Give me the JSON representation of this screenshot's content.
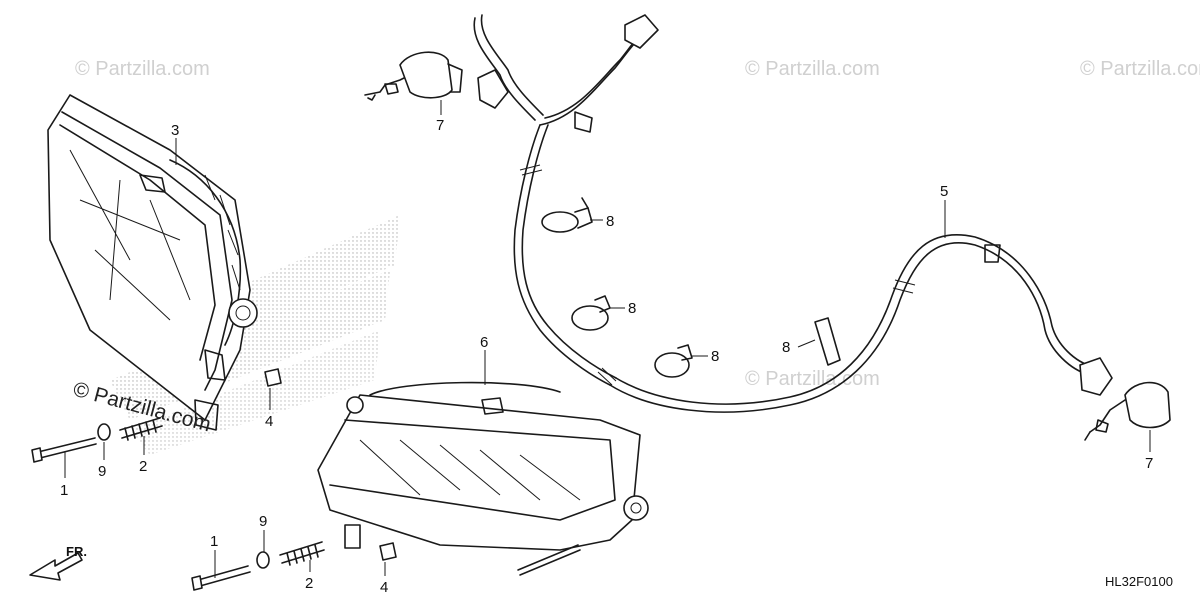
{
  "diagram": {
    "code": "HL32F0100",
    "front_indicator": "FR.",
    "watermark_text": "© Partzilla.com",
    "watermark_color": "#d0d0d0",
    "line_color": "#1a1a1a"
  },
  "callouts": [
    {
      "id": "c3",
      "label": "3"
    },
    {
      "id": "c7a",
      "label": "7"
    },
    {
      "id": "c8a",
      "label": "8"
    },
    {
      "id": "c8b",
      "label": "8"
    },
    {
      "id": "c8c",
      "label": "8"
    },
    {
      "id": "c8d",
      "label": "8"
    },
    {
      "id": "c5",
      "label": "5"
    },
    {
      "id": "c6",
      "label": "6"
    },
    {
      "id": "c4a",
      "label": "4"
    },
    {
      "id": "c9a",
      "label": "9"
    },
    {
      "id": "c2a",
      "label": "2"
    },
    {
      "id": "c1a",
      "label": "1"
    },
    {
      "id": "c1b",
      "label": "1"
    },
    {
      "id": "c9b",
      "label": "9"
    },
    {
      "id": "c2b",
      "label": "2"
    },
    {
      "id": "c4b",
      "label": "4"
    },
    {
      "id": "c7b",
      "label": "7"
    }
  ]
}
